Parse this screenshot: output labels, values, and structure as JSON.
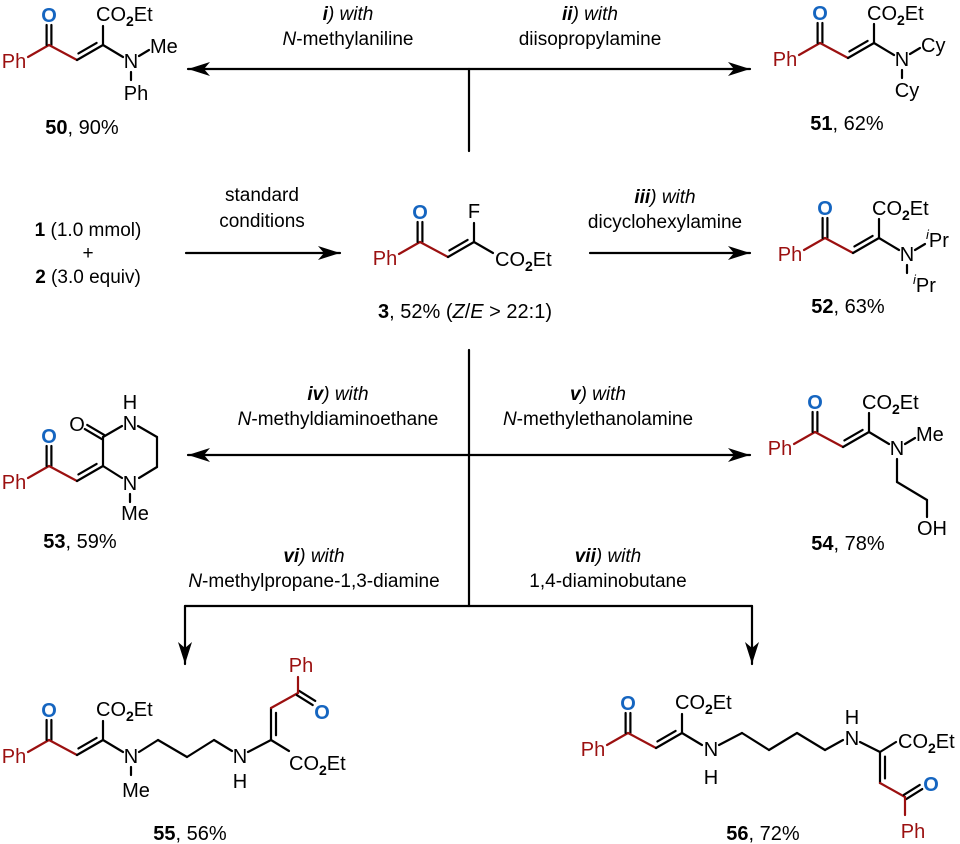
{
  "reactants": {
    "r1": "1",
    "r1_amt": " (1.0 mmol)",
    "plus": "+",
    "r2": "2",
    "r2_amt": " (3.0 equiv)"
  },
  "conditions": {
    "line1": "standard",
    "line2": "conditions"
  },
  "routes": {
    "i": {
      "num": "i",
      "with": ") with",
      "reagent_italic": "N",
      "reagent": "-methylaniline"
    },
    "ii": {
      "num": "ii",
      "with": ") with",
      "reagent_italic": "",
      "reagent": "diisopropylamine"
    },
    "iii": {
      "num": "iii",
      "with": ") with",
      "reagent_italic": "",
      "reagent": "dicyclohexylamine"
    },
    "iv": {
      "num": "iv",
      "with": ") with",
      "reagent_italic": "N",
      "reagent": "-methyldiaminoethane"
    },
    "v": {
      "num": "v",
      "with": ") with",
      "reagent_italic": "N",
      "reagent": "-methylethanolamine"
    },
    "vi": {
      "num": "vi",
      "with": ") with",
      "reagent_italic": "N",
      "reagent": "-methylpropane-1,3-diamine"
    },
    "vii": {
      "num": "vii",
      "with": ") with",
      "reagent_italic": "",
      "reagent": "1,4-diaminobutane"
    }
  },
  "compounds": {
    "c3": {
      "num": "3",
      "yield": ", 52% (",
      "z": "Z",
      "slash": "/",
      "e": "E",
      "ratio": " > 22:1)"
    },
    "c50": {
      "num": "50",
      "yield": ", 90%"
    },
    "c51": {
      "num": "51",
      "yield": ", 62%"
    },
    "c52": {
      "num": "52",
      "yield": ", 63%"
    },
    "c53": {
      "num": "53",
      "yield": ", 59%"
    },
    "c54": {
      "num": "54",
      "yield": ", 78%"
    },
    "c55": {
      "num": "55",
      "yield": ", 56%"
    },
    "c56": {
      "num": "56",
      "yield": ", 72%"
    }
  },
  "atoms": {
    "O": "O",
    "Ph": "Ph",
    "F": "F",
    "N": "N",
    "H": "H",
    "Me": "Me",
    "Cy": "Cy",
    "OH": "OH",
    "ester_a": "CO",
    "ester_sub": "2",
    "ester_b": "Et",
    "iso": "i",
    "Pr": "Pr"
  },
  "colors": {
    "bond": "#000000",
    "phenyl_ketone": "#9b1010",
    "oxygen": "#1565c0"
  }
}
